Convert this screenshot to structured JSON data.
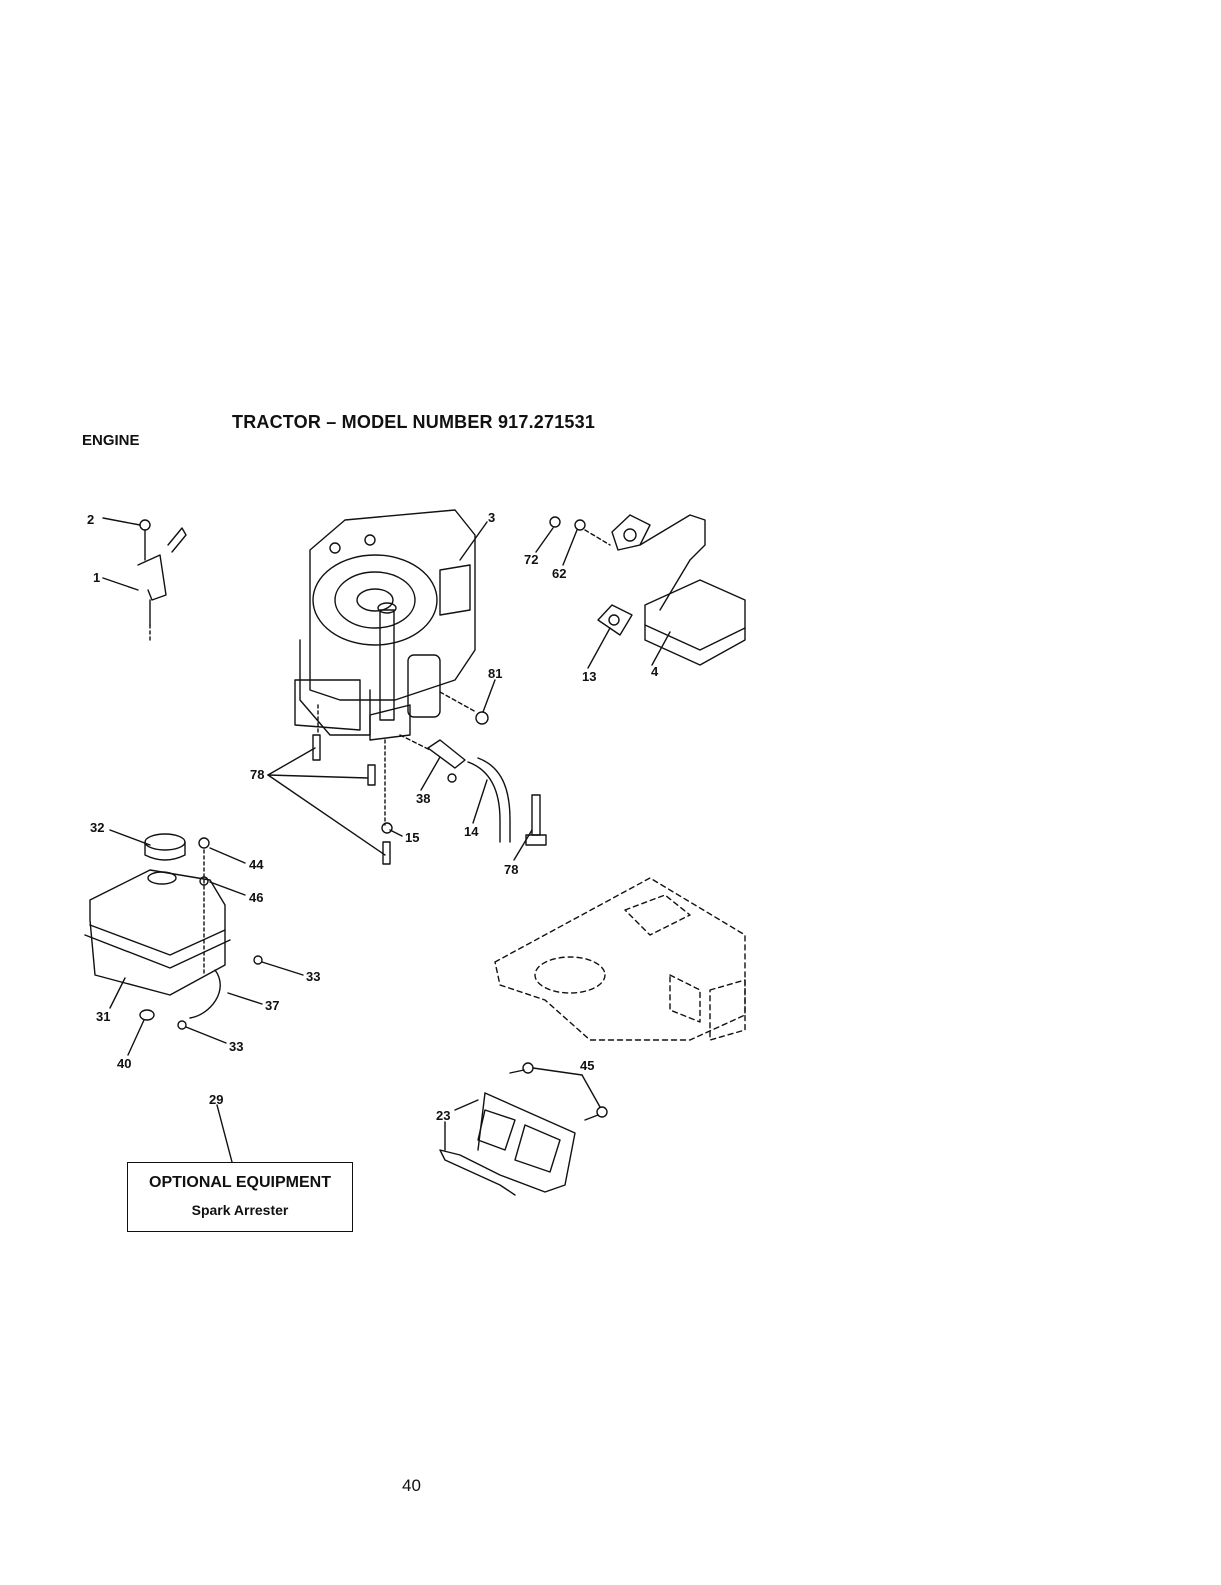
{
  "header": {
    "section": "ENGINE",
    "title": "TRACTOR – MODEL NUMBER 917.271531"
  },
  "callouts": {
    "c2": "2",
    "c1": "1",
    "c3": "3",
    "c72": "72",
    "c62": "62",
    "c13": "13",
    "c4": "4",
    "c81": "81",
    "c78a": "78",
    "c38": "38",
    "c14": "14",
    "c78b": "78",
    "c15": "15",
    "c32": "32",
    "c44": "44",
    "c46": "46",
    "c33a": "33",
    "c37": "37",
    "c31": "31",
    "c40": "40",
    "c33b": "33",
    "c29": "29",
    "c45": "45",
    "c23": "23"
  },
  "optional_box": {
    "heading": "OPTIONAL EQUIPMENT",
    "item": "Spark Arrester"
  },
  "footer": {
    "page_number": "40"
  }
}
